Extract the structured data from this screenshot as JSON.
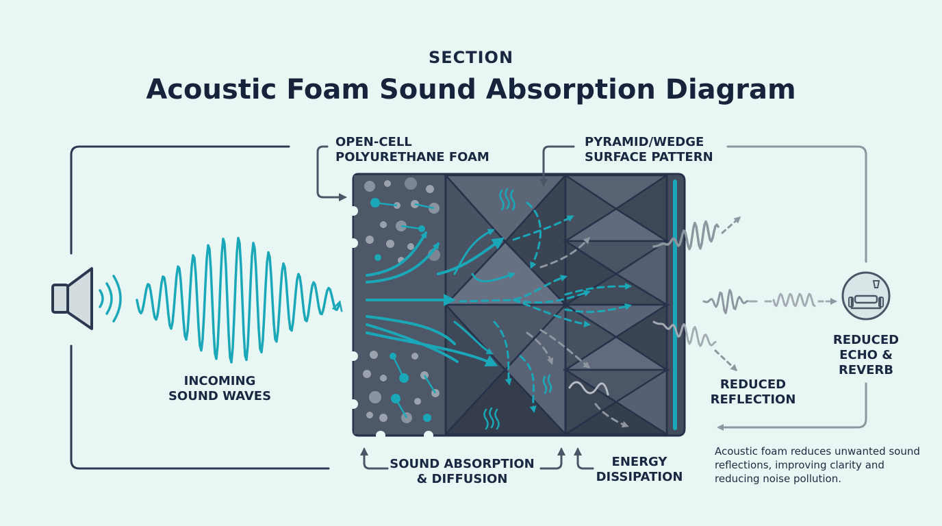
{
  "header": {
    "section": "SECTION",
    "title": "Acoustic Foam Sound Absorption Diagram"
  },
  "labels": {
    "incoming": [
      "INCOMING",
      "SOUND WAVES"
    ],
    "foam_material": [
      "OPEN-CELL",
      "POLYURETHANE FOAM"
    ],
    "surface_pattern": [
      "PYRAMID/WEDGE",
      "SURFACE PATTERN"
    ],
    "absorption": [
      "SOUND ABSORPTION",
      "& DIFFUSION"
    ],
    "energy": [
      "ENERGY",
      "DISSIPATION"
    ],
    "reduced_reflection": [
      "REDUCED",
      "REFLECTION"
    ],
    "reduced_echo": [
      "REDUCED",
      "ECHO &",
      "REVERB"
    ]
  },
  "caption": "Acoustic foam reduces unwanted sound reflections, improving clarity and reducing noise pollution.",
  "icons": {
    "speaker": "speaker-icon",
    "room": "room-sofa-icon",
    "heat": "heat-wave-icon"
  },
  "colors": {
    "background": "#e8f6f4",
    "accent_teal": "#1aa7b8",
    "foam_dark": "#3d4656",
    "foam_mid": "#555f70",
    "text": "#1a2740",
    "muted_gray": "#8e969f"
  }
}
